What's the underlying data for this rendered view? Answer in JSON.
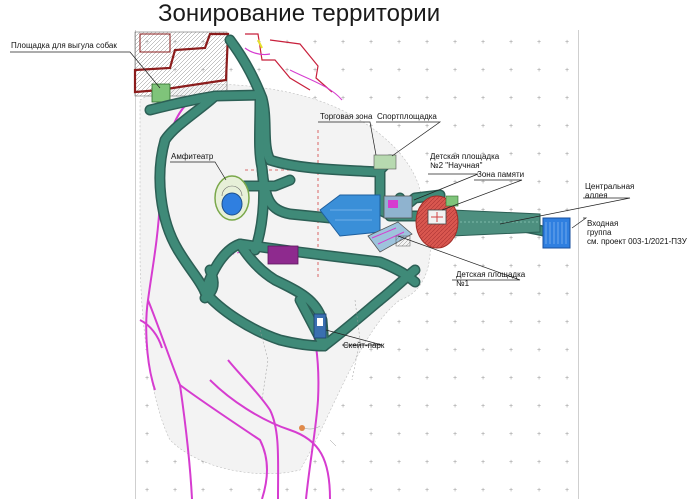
{
  "title": "Зонирование территории",
  "colors": {
    "main_path": "#3f8a78",
    "main_path_edge": "#2c5f55",
    "secondary_path": "#d63cd0",
    "boundary": "#7a1a1a",
    "sports_zone": "#3a8fd8",
    "memorial": "#d9574f",
    "entry": "#2f7fe0",
    "vegetation": "#d8ecd0"
  },
  "labels": {
    "dog_area": "Площадка для выгула собак",
    "trade_zone": "Торговая зона",
    "sports_ground": "Спортплощадка",
    "kids_ground_2_line1": "Детская площадка",
    "kids_ground_2_line2": "№2 \"Научная\"",
    "amphitheater": "Амфитеатр",
    "memory_zone": "Зона памяти",
    "central_alley_line1": "Центральная",
    "central_alley_line2": "аллея",
    "entry_group_line1": "Входная",
    "entry_group_line2": "группа",
    "entry_group_line3": "см. проект 003-1/2021-ПЗУ",
    "kids_ground_1_line1": "Детская площадка",
    "kids_ground_1_line2": "№1",
    "skate_park": "Скейт-парк"
  }
}
